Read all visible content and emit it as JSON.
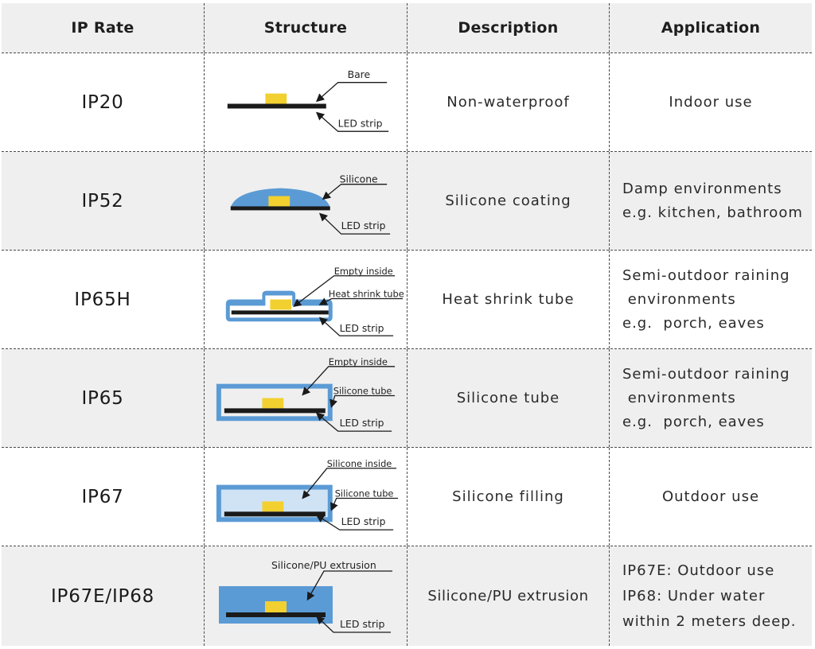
{
  "table": {
    "headers": [
      "IP Rate",
      "Structure",
      "Description",
      "Application"
    ],
    "rows": [
      {
        "ip_rate": "IP20",
        "structure_labels": [
          "Bare",
          "LED strip"
        ],
        "description": "Non-waterproof",
        "application": [
          "Indoor use"
        ]
      },
      {
        "ip_rate": "IP52",
        "structure_labels": [
          "Silicone",
          "LED strip"
        ],
        "description": "Silicone coating",
        "application": [
          "Damp environments",
          "e.g. kitchen, bathroom"
        ]
      },
      {
        "ip_rate": "IP65H",
        "structure_labels": [
          "Empty inside",
          "Heat shrink tube",
          "LED strip"
        ],
        "description": "Heat shrink tube",
        "application": [
          "Semi-outdoor raining",
          " environments",
          "e.g.  porch, eaves"
        ]
      },
      {
        "ip_rate": "IP65",
        "structure_labels": [
          "Empty inside",
          "Silicone tube",
          "LED strip"
        ],
        "description": "Silicone tube",
        "application": [
          "Semi-outdoor raining",
          " environments",
          "e.g.  porch, eaves"
        ]
      },
      {
        "ip_rate": "IP67",
        "structure_labels": [
          "Silicone inside",
          "Silicone tube",
          "LED strip"
        ],
        "description": "Silicone filling",
        "application": [
          "Outdoor use"
        ]
      },
      {
        "ip_rate": "IP67E/IP68",
        "structure_labels": [
          "Silicone/PU extrusion",
          "LED strip"
        ],
        "description": "Silicone/PU extrusion",
        "application": [
          "IP67E: Outdoor use",
          "IP68: Under water",
          "within 2 meters deep."
        ]
      }
    ]
  },
  "colors": {
    "silicone_blue": "#5b9bd5",
    "silicone_light": "#cfe3f5",
    "led_chip_yellow": "#f2d030",
    "strip_black": "#1a1a1a",
    "row_gray": "#efefef"
  }
}
